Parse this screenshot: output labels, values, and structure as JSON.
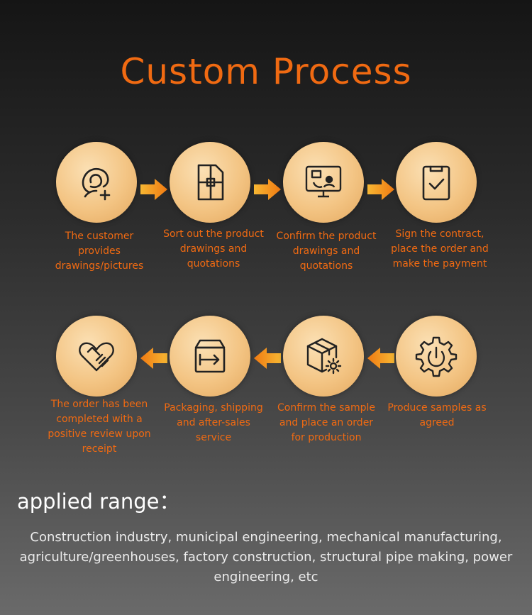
{
  "title": "Custom Process",
  "steps": [
    {
      "label": "The customer provides drawings/pictures",
      "icon": "customer-add-icon"
    },
    {
      "label": "Sort out the product drawings and quotations",
      "icon": "drawing-plan-icon"
    },
    {
      "label": "Confirm the product drawings and quotations",
      "icon": "monitor-confirm-icon"
    },
    {
      "label": "Sign the contract, place the order and make the payment",
      "icon": "clipboard-check-icon"
    },
    {
      "label": "Produce samples as agreed",
      "icon": "gear-power-icon"
    },
    {
      "label": "Confirm the sample and place an order for production",
      "icon": "box-gear-icon"
    },
    {
      "label": "Packaging, shipping and after-sales service",
      "icon": "shipping-box-icon"
    },
    {
      "label": "The order has been completed with a positive review upon receipt",
      "icon": "heart-handshake-icon"
    }
  ],
  "applied_range": {
    "heading": "applied range：",
    "text": "Construction industry, municipal engineering, mechanical manufacturing, agriculture/greenhouses, factory construction, structural pipe making, power engineering, etc"
  },
  "colors": {
    "accent": "#f06a12",
    "circle": "#f3c483",
    "arrow": "#f39a1a"
  }
}
